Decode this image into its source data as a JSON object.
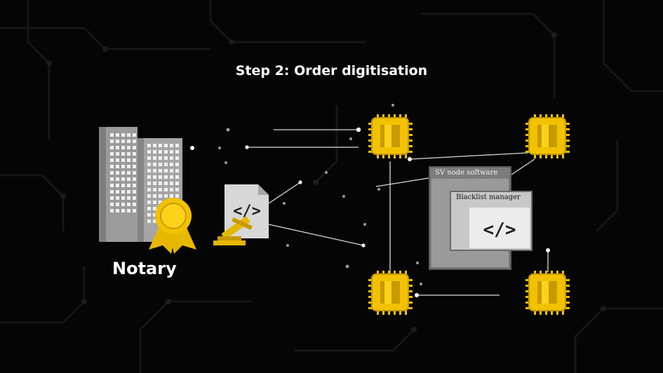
{
  "title": "Step 2: Order digitisation",
  "notary": {
    "label": "Notary",
    "building_icon": "office-buildings-icon",
    "award_icon": "award-ribbon-icon"
  },
  "document": {
    "icon": "code-document-icon",
    "gavel_icon": "gavel-icon"
  },
  "sv_node_software": {
    "title": "SV node software",
    "blacklist_manager": {
      "title": "Blacklist manager",
      "icon": "code-icon"
    }
  },
  "nodes": [
    {
      "icon": "chip-icon"
    },
    {
      "icon": "chip-icon"
    },
    {
      "icon": "chip-icon"
    },
    {
      "icon": "chip-icon"
    }
  ],
  "colors": {
    "background": "#050505",
    "accent_gold": "#f2c200",
    "chip_dark": "#c79a00",
    "building_grey": "#9a9a9a",
    "window_grey": "#7c7c7c"
  }
}
